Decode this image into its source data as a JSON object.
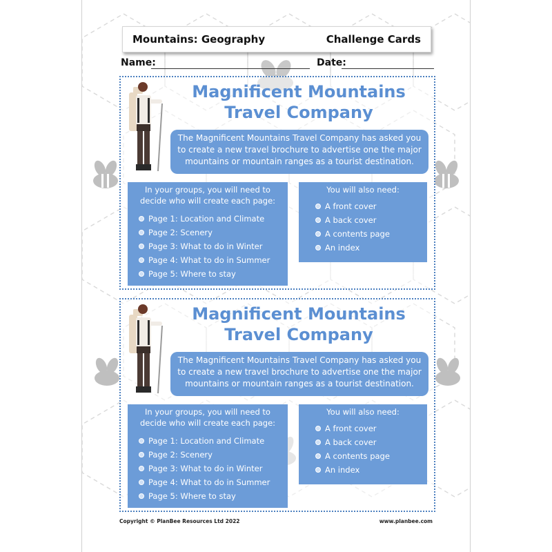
{
  "header": {
    "title": "Mountains: Geography",
    "right_label": "Challenge Cards"
  },
  "fields": {
    "name_label": "Name:",
    "date_label": "Date:"
  },
  "cards": [
    {
      "title_line1": "Magnificent Mountains",
      "title_line2": "Travel Company",
      "intro": "The Magnificent Mountains Travel Company has asked you to create a new travel brochure to advertise one the major mountains or mountain ranges as a tourist destination.",
      "groups_heading": "In your groups, you will need to decide who will create each page:",
      "pages": [
        "Page 1: Location and Climate",
        "Page 2: Scenery",
        "Page 3: What to do in Winter",
        "Page 4: What to do in Summer",
        "Page 5: Where to stay"
      ],
      "need_heading": "You will also need:",
      "needs": [
        "A front cover",
        "A back cover",
        "A contents page",
        "An index"
      ]
    },
    {
      "title_line1": "Magnificent Mountains",
      "title_line2": "Travel Company",
      "intro": "The Magnificent Mountains Travel Company has asked you to create a new travel brochure to advertise one the major mountains or mountain ranges as a tourist destination.",
      "groups_heading": "In your groups, you will need to decide who will create each page:",
      "pages": [
        "Page 1: Location and Climate",
        "Page 2: Scenery",
        "Page 3: What to do in Winter",
        "Page 4: What to do in Summer",
        "Page 5: Where to stay"
      ],
      "need_heading": "You will also need:",
      "needs": [
        "A front cover",
        "A back cover",
        "A contents page",
        "An index"
      ]
    }
  ],
  "footer": {
    "copyright": "Copyright © PlanBee Resources Ltd 2022",
    "website": "www.planbee.com"
  },
  "colors": {
    "accent_blue": "#6c9cd8",
    "title_blue": "#5b8fd2",
    "border_blue": "#4b7fbf"
  },
  "icons": [
    "hiker-illustration",
    "bee-watermark"
  ]
}
